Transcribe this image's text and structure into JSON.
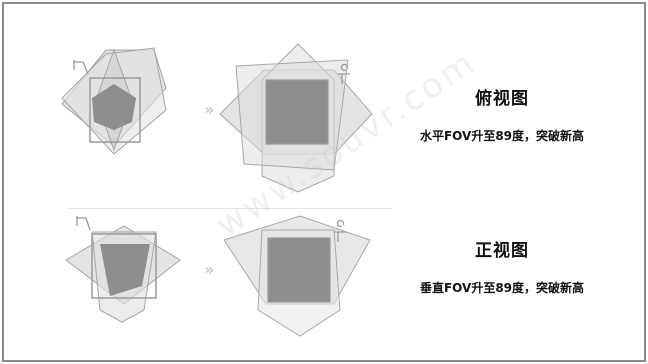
{
  "rows": [
    {
      "title": "俯视图",
      "description": "水平FOV升至89度，突破新高"
    },
    {
      "title": "正视图",
      "description": "垂直FOV升至89度，突破新高"
    }
  ],
  "arrow_glyph": "»",
  "watermark": "www.souvr.com",
  "colors": {
    "frame": "#8a8a8a",
    "fill_light": "#d8d8d8",
    "fill_dark": "#8e8e8e",
    "stroke": "#9a9a9a"
  }
}
